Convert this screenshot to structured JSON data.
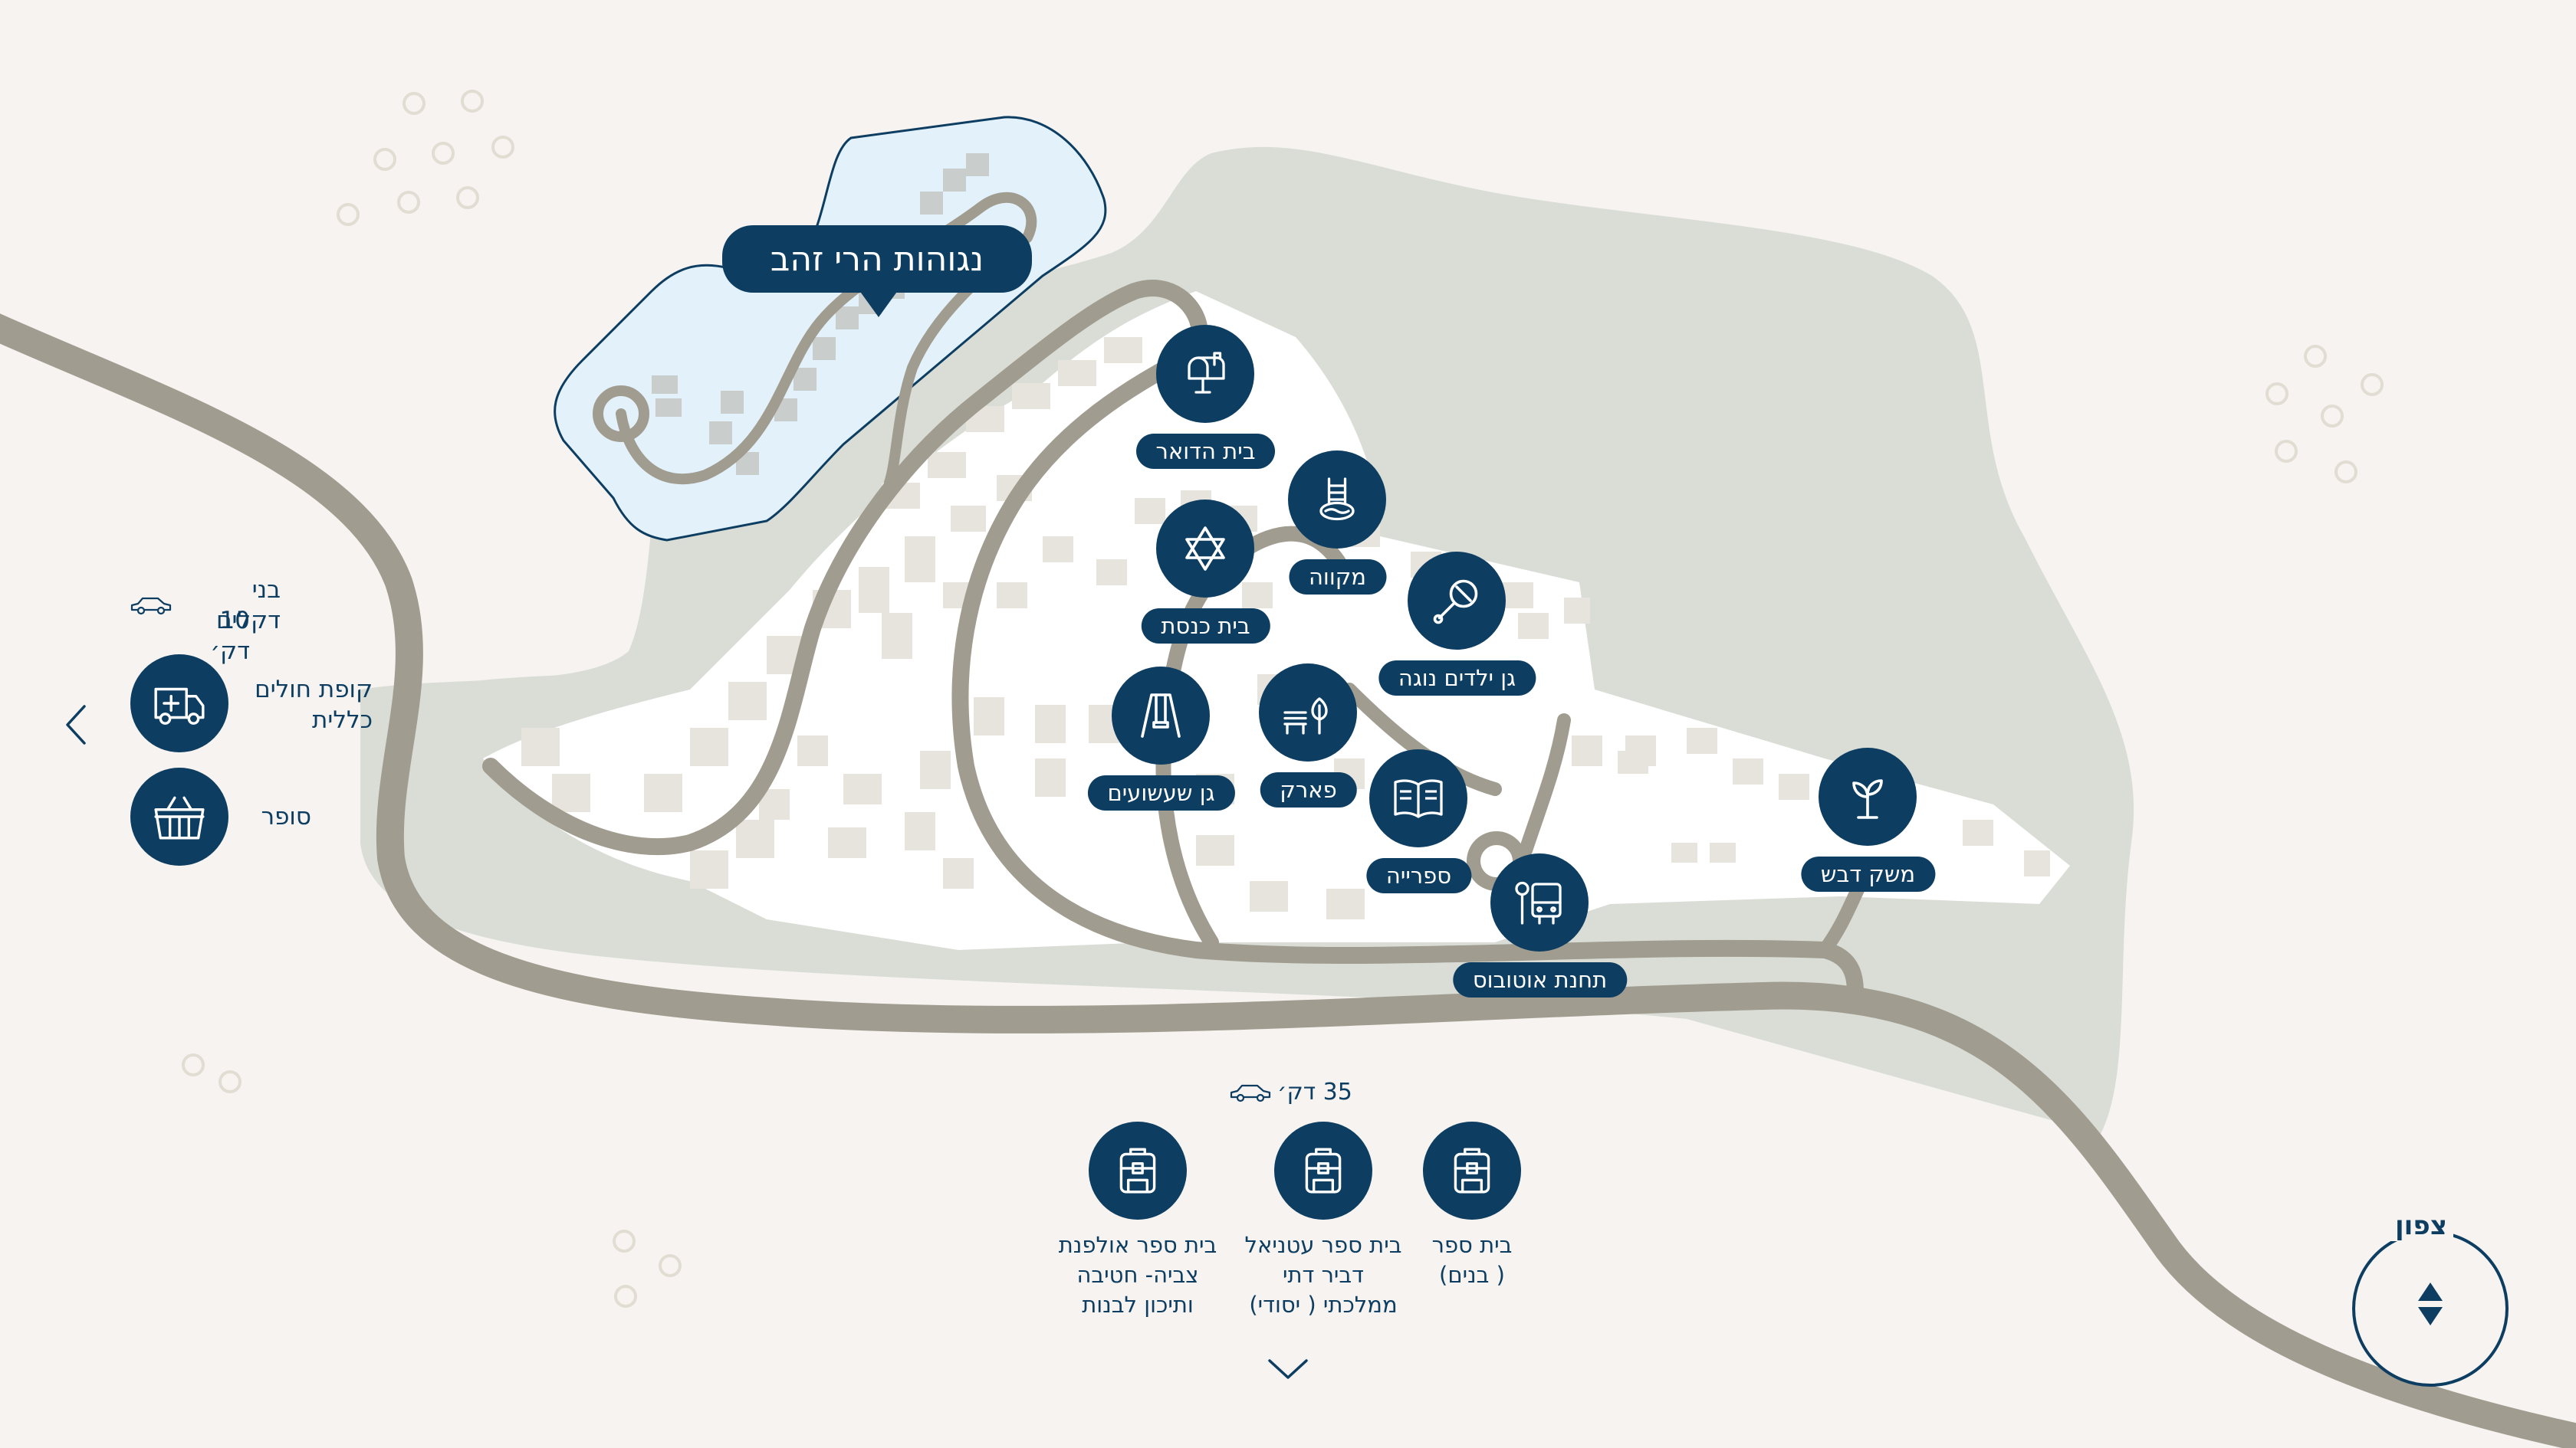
{
  "area_label": "נגוהות הרי זהב",
  "pois": [
    {
      "key": "post",
      "label": "בית הדואר",
      "icon": "mailbox-icon"
    },
    {
      "key": "mikveh",
      "label": "מקווה",
      "icon": "mikveh-icon"
    },
    {
      "key": "synagogue",
      "label": "בית כנסת",
      "icon": "star-of-david-icon"
    },
    {
      "key": "kindergarten",
      "label": "גן ילדים נוגה",
      "icon": "rattle-icon"
    },
    {
      "key": "playground",
      "label": "גן שעשועים",
      "icon": "swing-icon"
    },
    {
      "key": "park",
      "label": "פארק",
      "icon": "bench-tree-icon"
    },
    {
      "key": "library",
      "label": "ספרייה",
      "icon": "open-book-icon"
    },
    {
      "key": "bus",
      "label": "תחנת אוטובוס",
      "icon": "bus-stop-icon"
    },
    {
      "key": "honey",
      "label": "משק דבש",
      "icon": "sprout-icon"
    }
  ],
  "west": {
    "destination": "בני דקלים",
    "time": "10 דק׳",
    "clinic_label": "קופת חולים\nכללית",
    "clinic_icon": "ambulance-icon",
    "market_label": "סופר",
    "market_icon": "shopping-basket-icon"
  },
  "south": {
    "time": "35 דק׳",
    "schools": [
      {
        "label": "בית ספר\n( בנים)",
        "icon": "backpack-icon"
      },
      {
        "label": "בית ספר עטניאל\nדביר דתי\nממלכתי ( יסודי)",
        "icon": "backpack-icon"
      },
      {
        "label": "בית ספר אולפנת\nצביה- חטיבה\nותיכון לבנות",
        "icon": "backpack-icon"
      }
    ]
  },
  "compass_label": "צפון",
  "colors": {
    "navy": "#0d3e62",
    "background": "#f6f3f0",
    "green_area": "#d9ddd6",
    "road": "#a19c90",
    "building": "#e7e3dd",
    "highlight": "#e3f2fa"
  }
}
